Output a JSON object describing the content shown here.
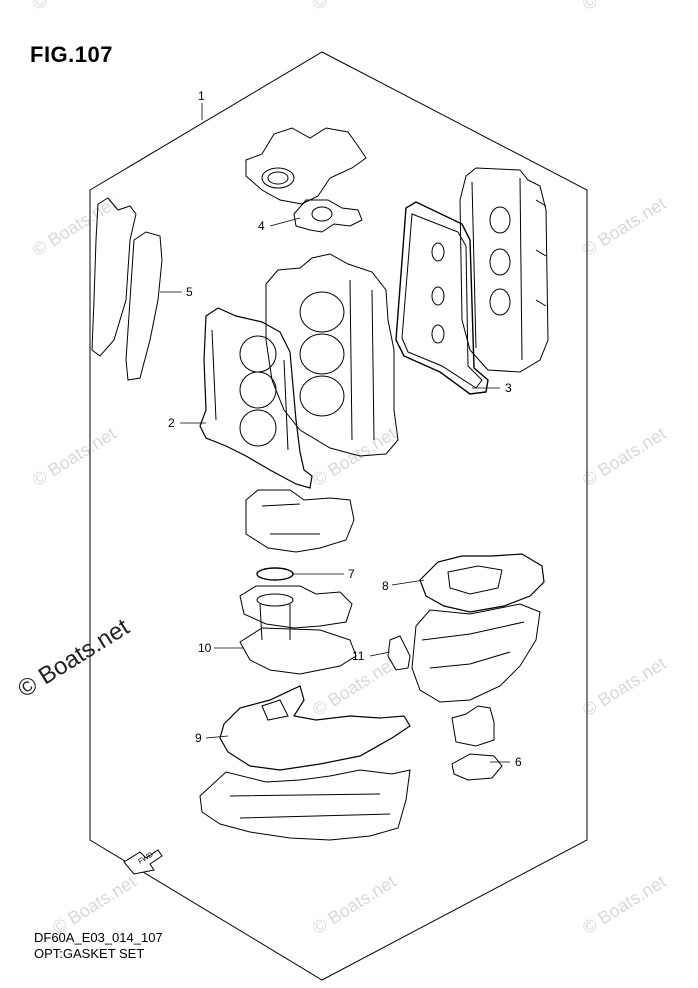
{
  "figure": {
    "title": "FIG.107",
    "code": "DF60A_E03_014_107",
    "caption": "OPT:GASKET SET"
  },
  "brand_mark": "© Boats.net",
  "watermark_text": "© Boats.net",
  "fwd_label": "FWD",
  "callouts": [
    "1",
    "2",
    "3",
    "4",
    "5",
    "6",
    "7",
    "8",
    "9",
    "10",
    "11"
  ]
}
